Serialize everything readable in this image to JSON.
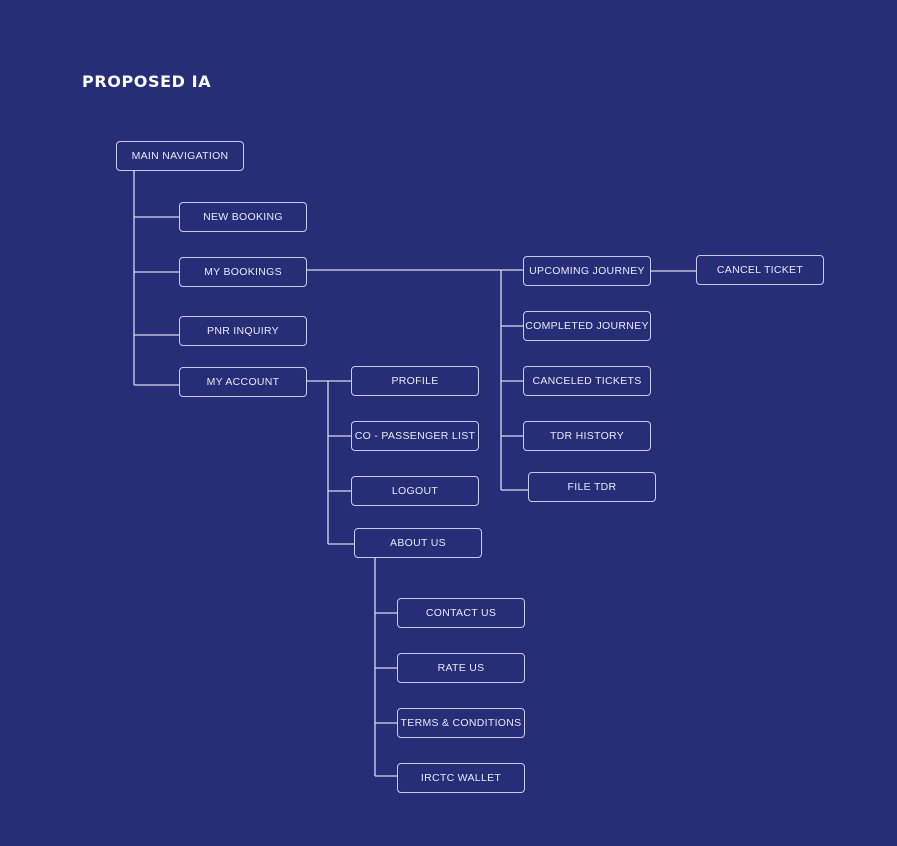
{
  "title": "PROPOSED IA",
  "nodes": {
    "main_navigation": "MAIN NAVIGATION",
    "new_booking": "NEW BOOKING",
    "my_bookings": "MY BOOKINGS",
    "pnr_inquiry": "PNR INQUIRY",
    "my_account": "MY ACCOUNT",
    "upcoming_journey": "UPCOMING JOURNEY",
    "cancel_ticket": "CANCEL TICKET",
    "completed_journey": "COMPLETED JOURNEY",
    "canceled_tickets": "CANCELED TICKETS",
    "tdr_history": "TDR HISTORY",
    "file_tdr": "FILE TDR",
    "profile": "PROFILE",
    "co_passenger_list": "CO - PASSENGER LIST",
    "logout": "LOGOUT",
    "about_us": "ABOUT US",
    "contact_us": "CONTACT US",
    "rate_us": "RATE US",
    "terms_conditions": "TERMS & CONDITIONS",
    "irctc_wallet": "IRCTC WALLET"
  }
}
